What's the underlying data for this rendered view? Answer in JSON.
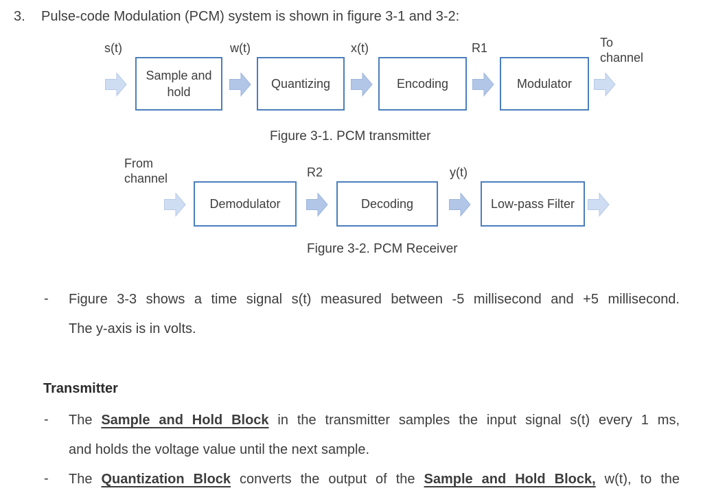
{
  "colors": {
    "box_border": "#4a7ebd",
    "arrow_light_fill": "#cfddf2",
    "arrow_medium_fill": "#b2c6e7",
    "text": "#3d3d3d"
  },
  "header": {
    "number": "3.",
    "title": "Pulse-code Modulation (PCM) system is shown in figure 3-1 and 3-2:"
  },
  "fig1": {
    "input_label": "s(t)",
    "block1": "Sample and hold",
    "label2": "w(t)",
    "block2": "Quantizing",
    "label3": "x(t)",
    "block3": "Encoding",
    "label4": "R1",
    "block4": "Modulator",
    "output_label": "To channel",
    "caption": "Figure 3-1. PCM transmitter"
  },
  "fig2": {
    "input_label": "From channel",
    "block1": "Demodulator",
    "label2": "R2",
    "block2": "Decoding",
    "label3": "y(t)",
    "block3": "Low-pass Filter",
    "caption": "Figure 3-2. PCM Receiver"
  },
  "notes": {
    "dash": "-",
    "b1_line1": "Figure 3-3 shows a time signal s(t) measured between -5 millisecond and +5 millisecond.",
    "b1_line2": "The y-axis is in volts."
  },
  "transmitter": {
    "heading": "Transmitter",
    "b2_parts": [
      "The ",
      "Sample and Hold Block",
      " in the transmitter samples the input signal s(t) every 1 ms,"
    ],
    "b2_line2": "and holds the voltage value until the next sample.",
    "b3_parts": [
      "The ",
      "Quantization Block",
      " converts the output of the ",
      "Sample and Hold Block,",
      " w(t), to the"
    ]
  }
}
